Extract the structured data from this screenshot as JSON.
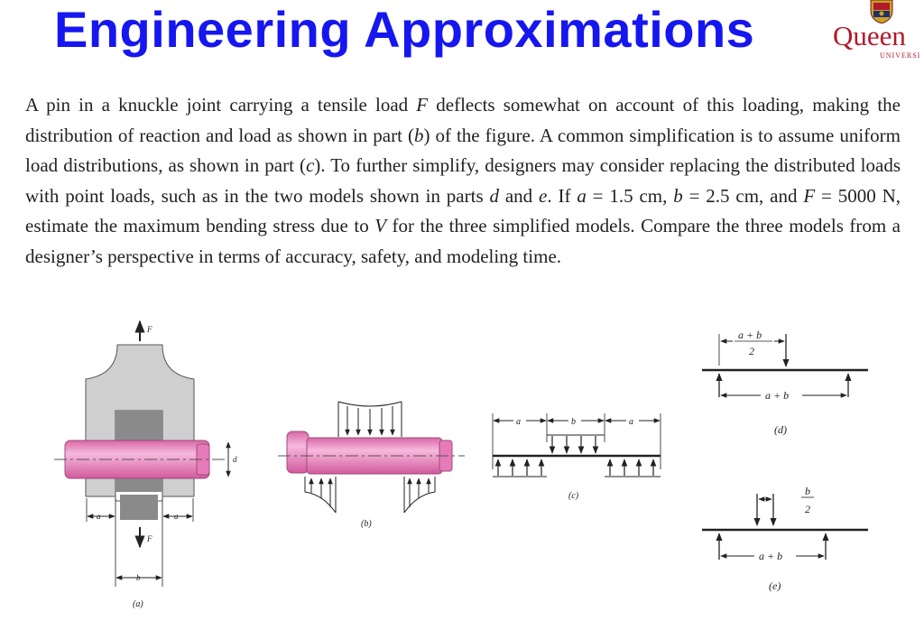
{
  "slide": {
    "title": "Engineering Approximations",
    "logo": {
      "wordmark": "Queen",
      "subtext": "UNIVERSI",
      "icon": "crest-icon",
      "color": "#b11a2a"
    },
    "title_color": "#1616f0"
  },
  "problem": {
    "text_1": "A pin in a knuckle joint carrying a tensile load ",
    "var_F": "F",
    "text_2": " deflects somewhat on account of this loading, making the distribution of reaction and load as shown in part (",
    "part_b": "b",
    "text_3": ") of the figure. A common simplification is to assume uniform load distributions, as shown in part (",
    "part_c": "c",
    "text_4": "). To further simplify, designers may consider replacing the distributed loads with point loads, such as in the two models shown in parts ",
    "part_d": "d",
    "text_5": " and ",
    "part_e": "e",
    "text_6": ". If ",
    "var_a": "a",
    "text_7": " = 1.5 cm, ",
    "var_b": "b",
    "text_8": " = 2.5 cm, and ",
    "var_F2": "F",
    "text_9": " = 5000 N, estimate the maximum bending stress due to ",
    "var_V": "V",
    "text_10": " for the three simplified models. Compare the three models from a designer’s perspective in terms of accuracy, safety, and modeling time."
  },
  "figure": {
    "a": {
      "label": "(a)",
      "force_top": "F",
      "force_bottom": "F",
      "dim_a_left": "a",
      "dim_a_right": "a",
      "dim_b": "b",
      "dim_d": "d"
    },
    "b": {
      "label": "(b)"
    },
    "c": {
      "label": "(c)",
      "dim_a_left": "a",
      "dim_b": "b",
      "dim_a_right": "a"
    },
    "d": {
      "label": "(d)",
      "frac_num": "a + b",
      "frac_den": "2",
      "span": "a + b"
    },
    "e": {
      "label": "(e)",
      "frac_num": "b",
      "frac_den": "2",
      "span": "a + b"
    },
    "colors": {
      "pin": "#e77ab8",
      "pin_highlight": "#f6b6dc",
      "clevis": "#cfcfcf",
      "eye": "#8a8a8a"
    }
  }
}
